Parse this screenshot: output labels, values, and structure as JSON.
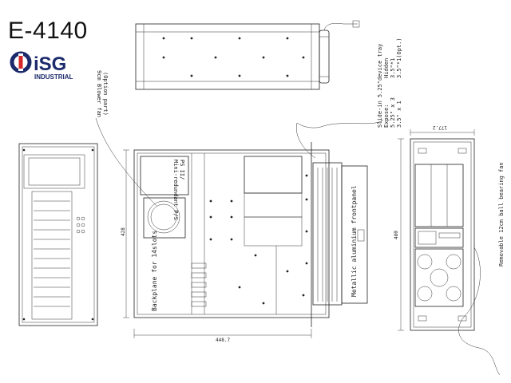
{
  "model": "E-4140",
  "brand": {
    "name": "iSG",
    "sub": "INDUSTRIAL",
    "colors": {
      "navy": "#1b2a6b",
      "red": "#d62828"
    }
  },
  "annotations": {
    "blower_fan": "9cm Blower fan",
    "blower_fan_opt": "(Option part)",
    "tray_line1": "Slide-in 5.25\"device tray",
    "tray_line2": "Expose:",
    "tray_line3": "Hidden",
    "tray_line4": "5.25\" x 3",
    "tray_line5": "3.5\"*1",
    "tray_line6": "3.5\" x 1",
    "tray_line7": "3.5\"*1(Opt.)",
    "psu_line1": "PS II/",
    "psu_line2": "Mini-redundant P/S",
    "backplane": "Backplane for 14slots",
    "front_panel": "Metallic aluminium frontpanel",
    "rear_fan": "Removable 12cm ball bearing fan"
  },
  "dimensions": {
    "depth": "448.7",
    "height_top": "428",
    "width_side": "177.2",
    "height_side": "480"
  }
}
